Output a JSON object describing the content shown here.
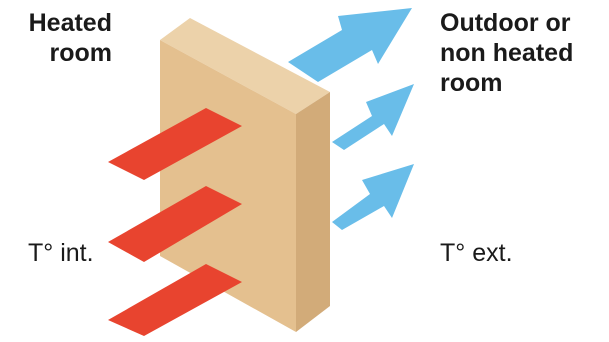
{
  "labels": {
    "heated_room": [
      "Heated",
      "room"
    ],
    "outdoor": [
      "Outdoor or",
      "non heated",
      "room"
    ],
    "t_int": "T° int.",
    "t_ext": "T° ext."
  },
  "colors": {
    "wall_front": "#e4c08f",
    "wall_top": "#ecd2aa",
    "wall_side": "#d2ab79",
    "heat_arrow": "#e8442f",
    "cold_arrow": "#69bde9",
    "text": "#1a1a1a",
    "background": "#ffffff"
  },
  "elements": {
    "heat_flows_in": 3,
    "heat_flows_out": 3
  }
}
